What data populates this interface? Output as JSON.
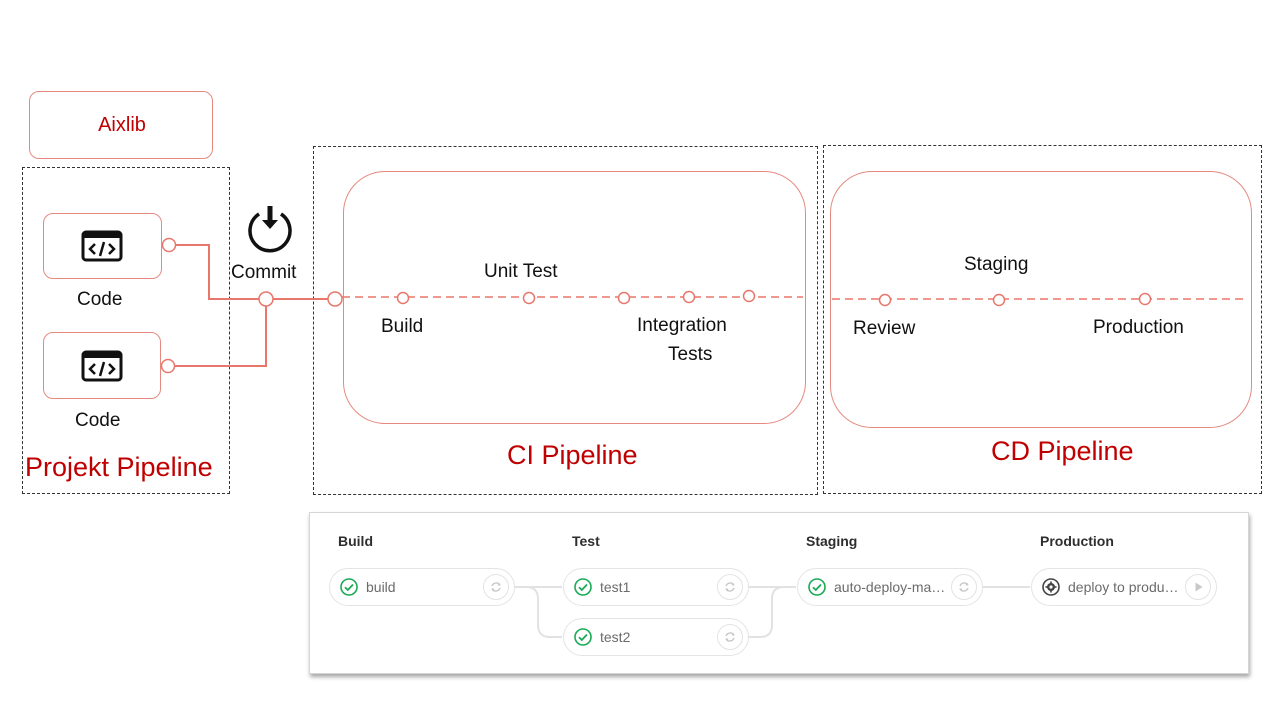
{
  "labels": {
    "aixlib": "Aixlib",
    "code_top": "Code",
    "code_bottom": "Code",
    "projekt_pipeline": "Projekt Pipeline",
    "commit": "Commit",
    "unit_test": "Unit Test",
    "build": "Build",
    "integration_tests_line1": "Integration",
    "integration_tests_line2": "Tests",
    "ci_pipeline": "CI Pipeline",
    "staging": "Staging",
    "review": "Review",
    "production": "Production",
    "cd_pipeline": "CD Pipeline"
  },
  "gitlab": {
    "stages": [
      "Build",
      "Test",
      "Staging",
      "Production"
    ],
    "jobs": {
      "build": "build",
      "test1": "test1",
      "test2": "test2",
      "auto_deploy": "auto-deploy-ma…",
      "deploy": "deploy to produ…"
    }
  },
  "colors": {
    "accent_red": "#c00000",
    "line_salmon": "#e8766a",
    "success_green": "#1aaa55"
  },
  "icons": [
    "code-window-icon",
    "commit-download-icon",
    "check-circle-icon",
    "retry-icon",
    "gear-status-icon",
    "play-icon"
  ]
}
